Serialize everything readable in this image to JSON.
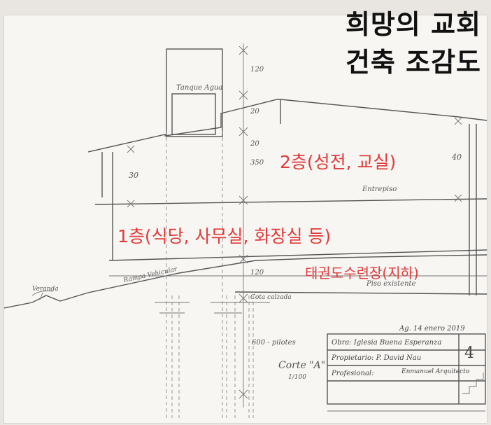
{
  "title": {
    "line1": "희망의 교회",
    "line2": "건축 조감도"
  },
  "labels": {
    "floor2": "2층(성전, 교실)",
    "floor1": "1층(식당, 사무실, 화장실 등)",
    "basement": "태권도수련장(지하)"
  },
  "sketch_notes": {
    "tank": "Tanque Agua",
    "dim_120": "120",
    "dim_20a": "20",
    "dim_20b": "20",
    "dim_350": "350",
    "dim_30": "30",
    "dim_40": "40",
    "entrepiso": "Entrepiso",
    "canopy": "Veranda",
    "rampa": "Rampa Vehicular",
    "piso_existente": "Piso existente",
    "cota": "Cota calzada",
    "zapatas": "600 - pilotes",
    "corte": "Corte \"A\"",
    "scale": "1/100",
    "dim_120b": "120"
  },
  "title_block": {
    "date": "Ag. 14 enero 2019",
    "obra": "Obra: Iglesia Buena Esperanza",
    "propietario": "Propietario: P. David Nau",
    "profesional_label": "Profesional:",
    "profesional_value": "Enmanuel Arquitecto",
    "sheet_number": "4"
  }
}
